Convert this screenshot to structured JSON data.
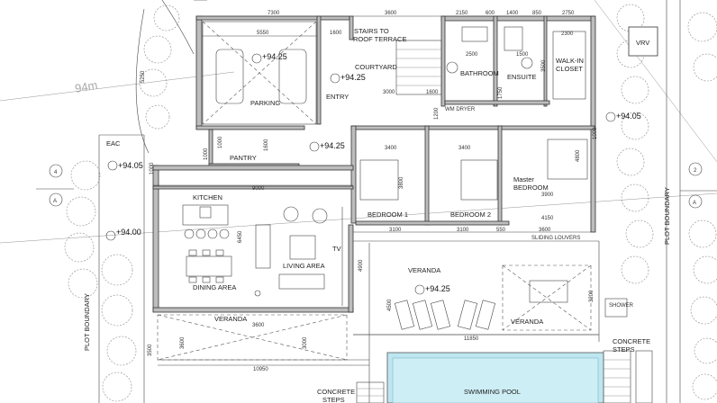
{
  "rooms": {
    "stairs": "STAIRS TO",
    "roof_terrace": "ROOF TERRACE",
    "courtyard": "COURTYARD",
    "entry": "ENTRY",
    "parking": "PARKING",
    "pantry": "PANTRY",
    "eac": "EAC",
    "bathroom": "BATHROOM",
    "ensuite": "ENSUITE",
    "walk_in_1": "WALK-IN",
    "walk_in_2": "CLOSET",
    "vrv": "VRV",
    "wm_dryer": "WM  DRYER",
    "master_1": "Master",
    "master_2": "BEDROOM",
    "bedroom1": "BEDROOM 1",
    "bedroom2": "BEDROOM 2",
    "kitchen": "KITCHEN",
    "dining": "DINING AREA",
    "living": "LIVING AREA",
    "tv": "TV",
    "veranda_main": "VERANDA",
    "veranda_right": "VERANDA",
    "veranda_bottom": "VERANDA",
    "sliding_louvers": "SLIDING LOUVERS",
    "shower": "SHOWER",
    "pool": "SWIMMING POOL",
    "steps_left_1": "CONCRETE",
    "steps_left_2": "STEPS",
    "steps_right_1": "CONCRETE",
    "steps_right_2": "STEPS",
    "plot_left": "PLOT BOUNDARY",
    "plot_right": "PLOT BOUNDARY",
    "road": "94m"
  },
  "levels": {
    "parking": "+94.25",
    "entry": "+94.25",
    "pantry": "+94.25",
    "veranda": "+94.25",
    "left_upper": "+94.05",
    "left_lower": "+94.00",
    "right": "+94.05"
  },
  "dims": {
    "d7300": "7300",
    "d5550": "5550",
    "d1600": "1600",
    "d3600a": "3600",
    "d2150": "2150",
    "d600a": "600",
    "d1400": "1400",
    "d850": "850",
    "d2750": "2750",
    "d2500": "2500",
    "d1500": "1500",
    "d2300": "2300",
    "d1750": "1750",
    "d3500": "3500",
    "d3000": "3000",
    "d1600b": "1600",
    "d5250": "5250",
    "d1200": "1200",
    "d1000a": "1000",
    "d1600c": "1600",
    "d1000b": "1000",
    "d1000c": "1000",
    "d9000": "9000",
    "d3400a": "3400",
    "d3400b": "3400",
    "d3900": "3900",
    "d3800": "3800",
    "d4800": "4800",
    "d1000d": "1000",
    "d6450": "6450",
    "d4150": "4150",
    "d3100a": "3100",
    "d3100b": "3100",
    "d550": "550",
    "d3600b": "3600",
    "d4900": "4900",
    "d4500": "4500",
    "d3200": "3200",
    "d11850": "11850",
    "d3500b": "3500",
    "d10950": "10950",
    "d3600c": "3600",
    "d3600d": "3600",
    "d3000b": "3000"
  },
  "markers": {
    "left_top": "4",
    "left_bottom": "A",
    "right_top": "2",
    "right_bottom": "A"
  }
}
